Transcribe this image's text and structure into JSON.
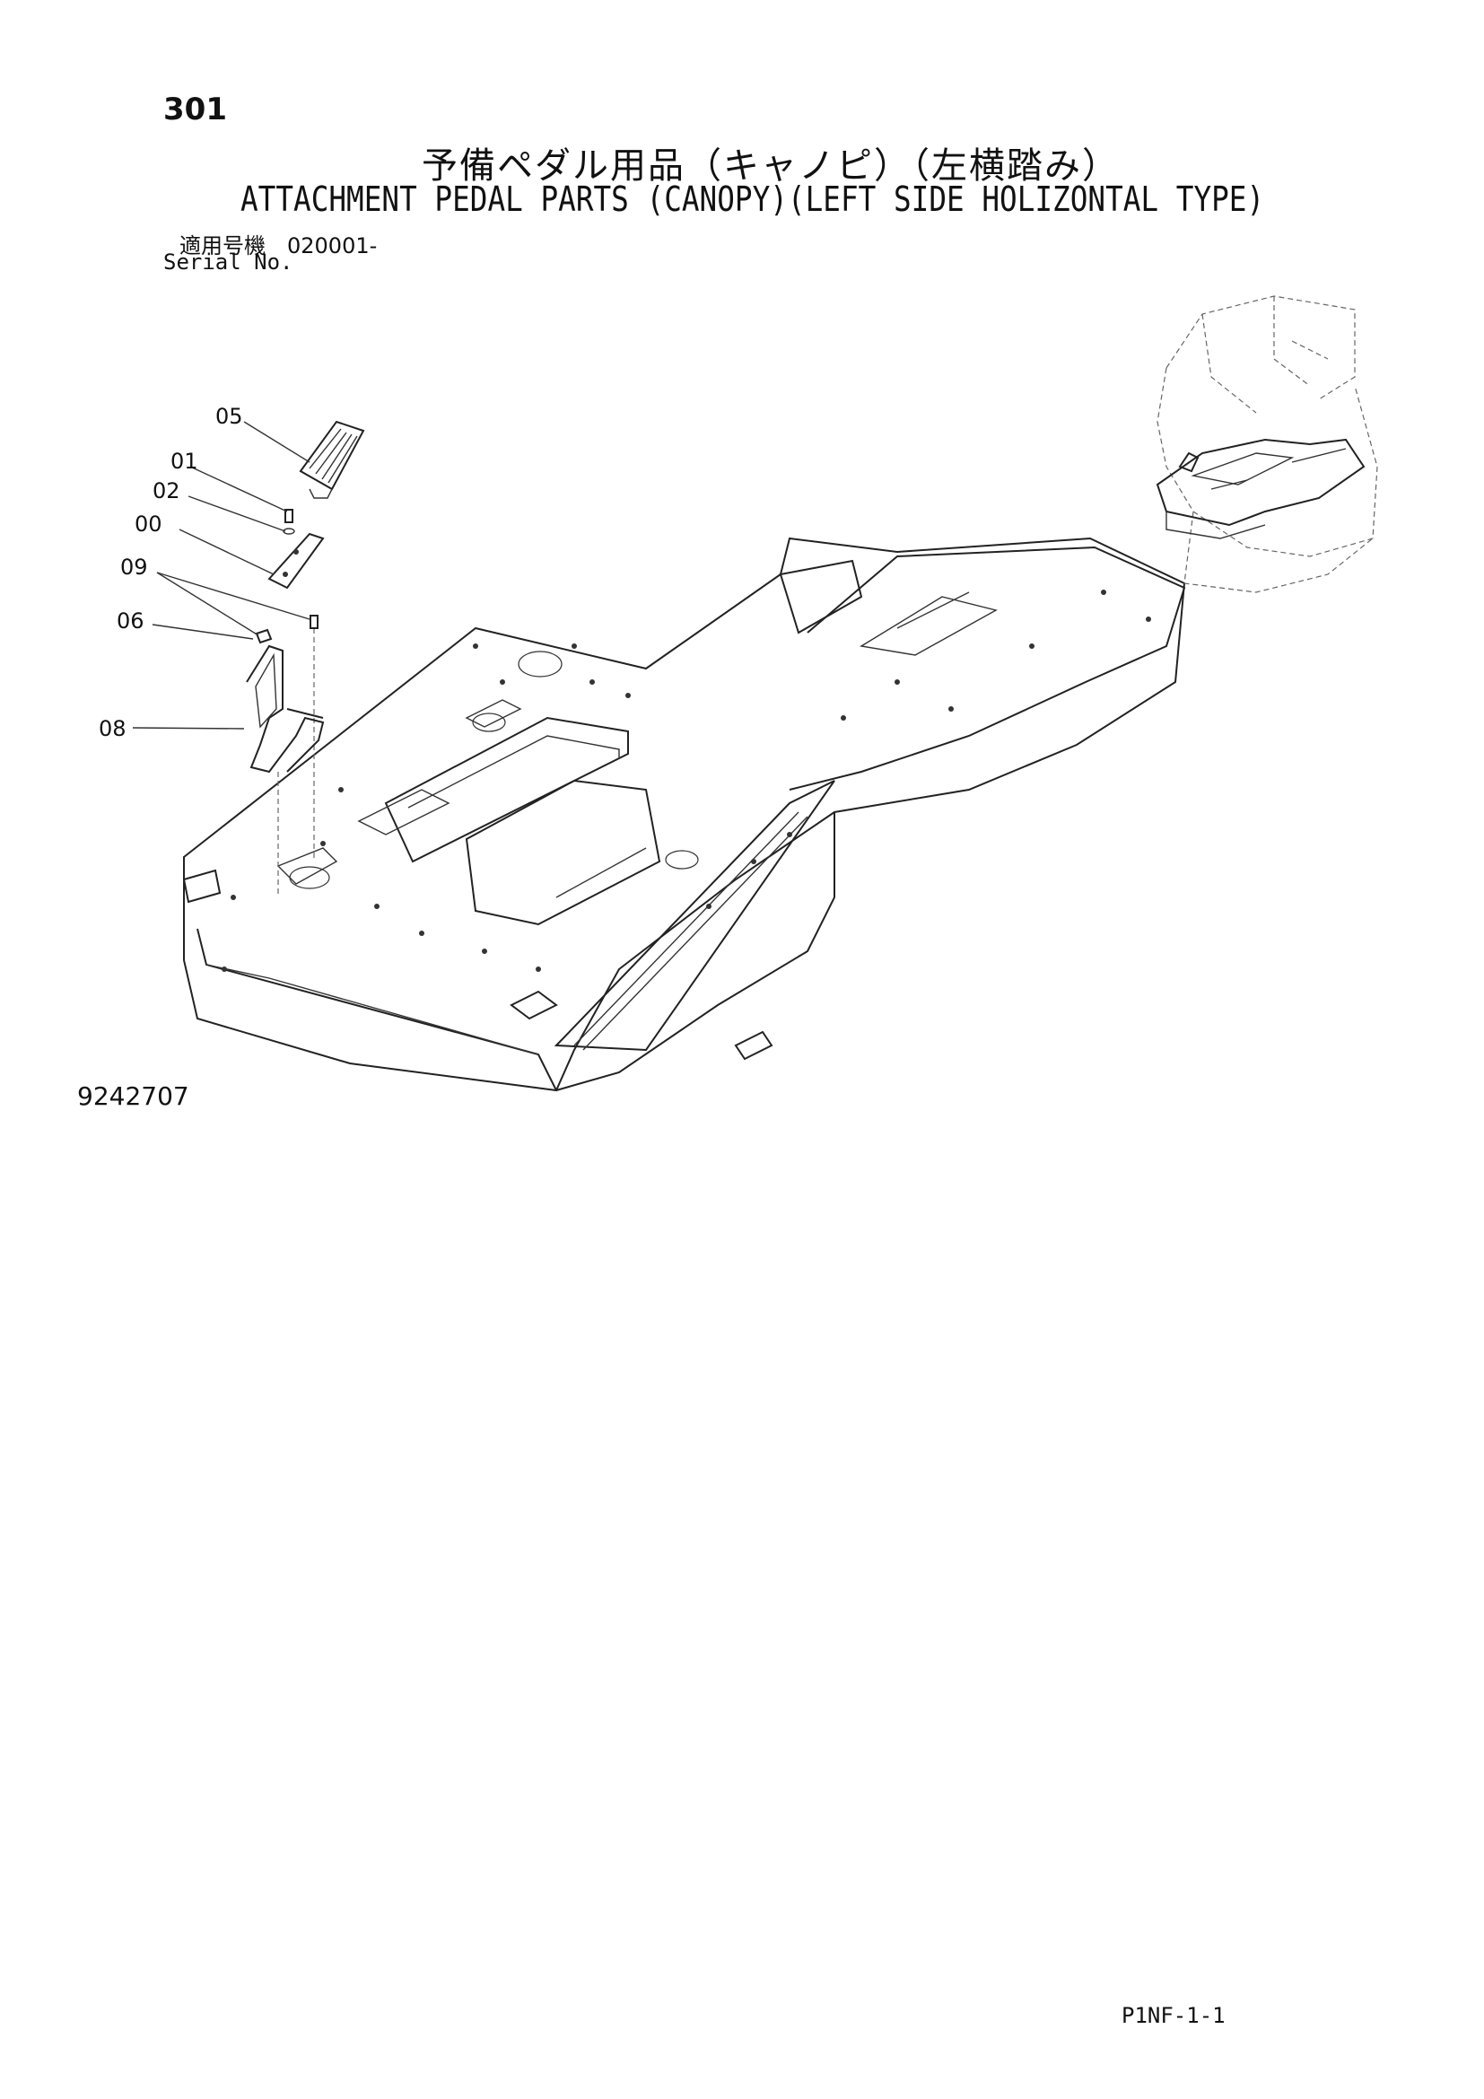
{
  "header": {
    "page_number": "301",
    "title_jp": "予備ペダル用品（キャノピ）（左横踏み）",
    "title_en": "ATTACHMENT PEDAL PARTS (CANOPY)(LEFT SIDE HOLIZONTAL TYPE)",
    "serial_jp": "適用号機　020001-",
    "serial_label": "Serial No."
  },
  "callouts": [
    {
      "label": "05"
    },
    {
      "label": "01"
    },
    {
      "label": "02"
    },
    {
      "label": "00"
    },
    {
      "label": "09"
    },
    {
      "label": "06"
    },
    {
      "label": "08"
    }
  ],
  "drawing_number": "9242707",
  "footer": {
    "code": "P1NF-1-1"
  }
}
